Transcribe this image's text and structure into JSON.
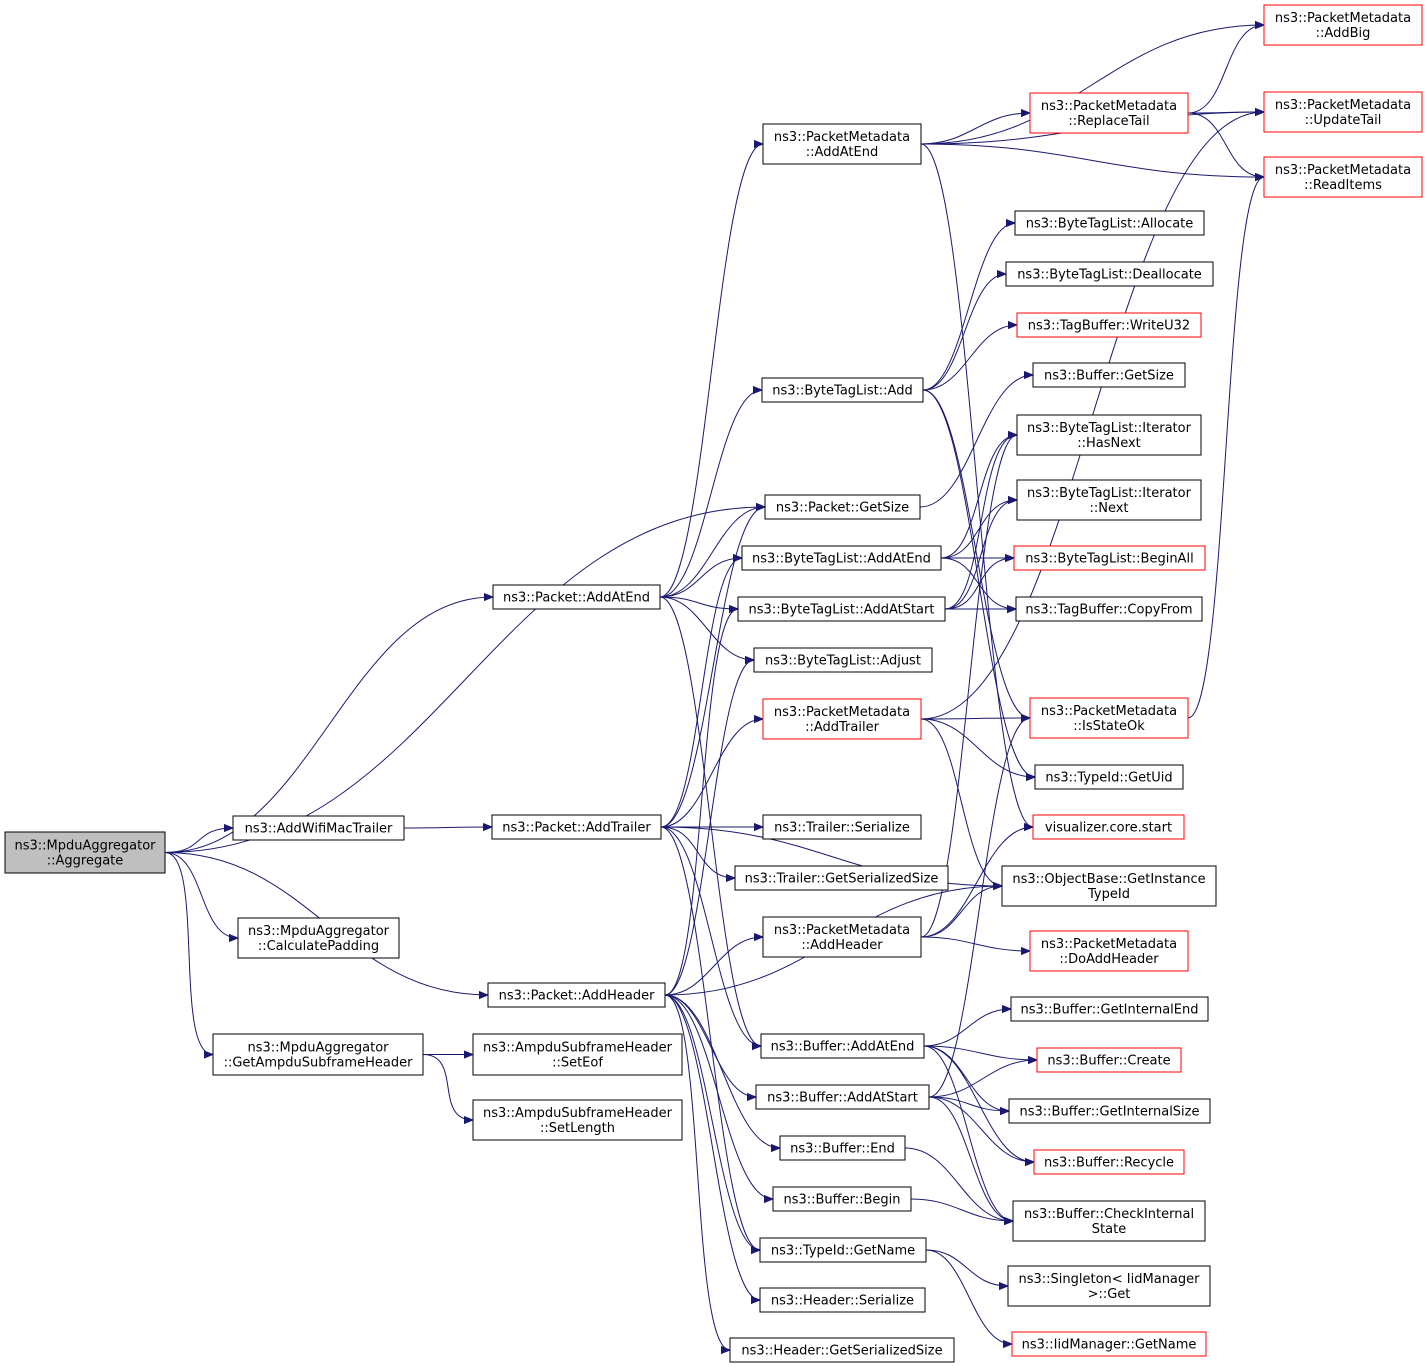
{
  "graph": {
    "colors": {
      "edge": "#191970",
      "normal_border": "#000000",
      "red_border": "#ff0000",
      "root_fill": "#bfbfbf"
    },
    "nodes": [
      {
        "id": "agg",
        "lines": [
          "ns3::MpduAggregator",
          "::Aggregate"
        ],
        "style": "root"
      },
      {
        "id": "addWifi",
        "lines": [
          "ns3::AddWifiMacTrailer"
        ],
        "style": "normal"
      },
      {
        "id": "calcPad",
        "lines": [
          "ns3::MpduAggregator",
          "::CalculatePadding"
        ],
        "style": "normal"
      },
      {
        "id": "getAmpdu",
        "lines": [
          "ns3::MpduAggregator",
          "::GetAmpduSubframeHeader"
        ],
        "style": "normal"
      },
      {
        "id": "pktAddAtEnd",
        "lines": [
          "ns3::Packet::AddAtEnd"
        ],
        "style": "normal"
      },
      {
        "id": "pktAddTrailer",
        "lines": [
          "ns3::Packet::AddTrailer"
        ],
        "style": "normal"
      },
      {
        "id": "pktAddHeader",
        "lines": [
          "ns3::Packet::AddHeader"
        ],
        "style": "normal"
      },
      {
        "id": "setEof",
        "lines": [
          "ns3::AmpduSubframeHeader",
          "::SetEof"
        ],
        "style": "normal"
      },
      {
        "id": "setLen",
        "lines": [
          "ns3::AmpduSubframeHeader",
          "::SetLength"
        ],
        "style": "normal"
      },
      {
        "id": "pmAddAtEnd",
        "lines": [
          "ns3::PacketMetadata",
          "::AddAtEnd"
        ],
        "style": "normal"
      },
      {
        "id": "btlAdd",
        "lines": [
          "ns3::ByteTagList::Add"
        ],
        "style": "normal"
      },
      {
        "id": "pktGetSize",
        "lines": [
          "ns3::Packet::GetSize"
        ],
        "style": "normal"
      },
      {
        "id": "btlAddAtEnd",
        "lines": [
          "ns3::ByteTagList::AddAtEnd"
        ],
        "style": "normal"
      },
      {
        "id": "btlAddAtStart",
        "lines": [
          "ns3::ByteTagList::AddAtStart"
        ],
        "style": "normal"
      },
      {
        "id": "btlAdjust",
        "lines": [
          "ns3::ByteTagList::Adjust"
        ],
        "style": "normal"
      },
      {
        "id": "pmAddTrailer",
        "lines": [
          "ns3::PacketMetadata",
          "::AddTrailer"
        ],
        "style": "red"
      },
      {
        "id": "trSer",
        "lines": [
          "ns3::Trailer::Serialize"
        ],
        "style": "normal"
      },
      {
        "id": "trGetSer",
        "lines": [
          "ns3::Trailer::GetSerializedSize"
        ],
        "style": "normal"
      },
      {
        "id": "pmAddHeader",
        "lines": [
          "ns3::PacketMetadata",
          "::AddHeader"
        ],
        "style": "normal"
      },
      {
        "id": "bufAddAtEnd",
        "lines": [
          "ns3::Buffer::AddAtEnd"
        ],
        "style": "normal"
      },
      {
        "id": "bufAddAtStart",
        "lines": [
          "ns3::Buffer::AddAtStart"
        ],
        "style": "normal"
      },
      {
        "id": "bufEnd",
        "lines": [
          "ns3::Buffer::End"
        ],
        "style": "normal"
      },
      {
        "id": "bufBegin",
        "lines": [
          "ns3::Buffer::Begin"
        ],
        "style": "normal"
      },
      {
        "id": "tidGetName",
        "lines": [
          "ns3::TypeId::GetName"
        ],
        "style": "normal"
      },
      {
        "id": "hdrSer",
        "lines": [
          "ns3::Header::Serialize"
        ],
        "style": "normal"
      },
      {
        "id": "hdrGetSer",
        "lines": [
          "ns3::Header::GetSerializedSize"
        ],
        "style": "normal"
      },
      {
        "id": "pmReplaceTail",
        "lines": [
          "ns3::PacketMetadata",
          "::ReplaceTail"
        ],
        "style": "red"
      },
      {
        "id": "pmAddBig",
        "lines": [
          "ns3::PacketMetadata",
          "::AddBig"
        ],
        "style": "red"
      },
      {
        "id": "pmUpdateTail",
        "lines": [
          "ns3::PacketMetadata",
          "::UpdateTail"
        ],
        "style": "red"
      },
      {
        "id": "pmReadItems",
        "lines": [
          "ns3::PacketMetadata",
          "::ReadItems"
        ],
        "style": "red"
      },
      {
        "id": "btlAllocate",
        "lines": [
          "ns3::ByteTagList::Allocate"
        ],
        "style": "normal"
      },
      {
        "id": "btlDeallocate",
        "lines": [
          "ns3::ByteTagList::Deallocate"
        ],
        "style": "normal"
      },
      {
        "id": "tbWriteU32",
        "lines": [
          "ns3::TagBuffer::WriteU32"
        ],
        "style": "red"
      },
      {
        "id": "bufGetSize",
        "lines": [
          "ns3::Buffer::GetSize"
        ],
        "style": "normal"
      },
      {
        "id": "btlItHasNext",
        "lines": [
          "ns3::ByteTagList::Iterator",
          "::HasNext"
        ],
        "style": "normal"
      },
      {
        "id": "btlItNext",
        "lines": [
          "ns3::ByteTagList::Iterator",
          "::Next"
        ],
        "style": "normal"
      },
      {
        "id": "btlBeginAll",
        "lines": [
          "ns3::ByteTagList::BeginAll"
        ],
        "style": "red"
      },
      {
        "id": "tbCopyFrom",
        "lines": [
          "ns3::TagBuffer::CopyFrom"
        ],
        "style": "normal"
      },
      {
        "id": "pmIsStateOk",
        "lines": [
          "ns3::PacketMetadata",
          "::IsStateOk"
        ],
        "style": "red"
      },
      {
        "id": "tidGetUid",
        "lines": [
          "ns3::TypeId::GetUid"
        ],
        "style": "normal"
      },
      {
        "id": "vizStart",
        "lines": [
          "visualizer.core.start"
        ],
        "style": "red"
      },
      {
        "id": "obGetInst",
        "lines": [
          "ns3::ObjectBase::GetInstance",
          "TypeId"
        ],
        "style": "normal"
      },
      {
        "id": "pmDoAddHeader",
        "lines": [
          "ns3::PacketMetadata",
          "::DoAddHeader"
        ],
        "style": "red"
      },
      {
        "id": "bufGetIntEnd",
        "lines": [
          "ns3::Buffer::GetInternalEnd"
        ],
        "style": "normal"
      },
      {
        "id": "bufCreate",
        "lines": [
          "ns3::Buffer::Create"
        ],
        "style": "red"
      },
      {
        "id": "bufGetIntSize",
        "lines": [
          "ns3::Buffer::GetInternalSize"
        ],
        "style": "normal"
      },
      {
        "id": "bufRecycle",
        "lines": [
          "ns3::Buffer::Recycle"
        ],
        "style": "red"
      },
      {
        "id": "bufCheckInt",
        "lines": [
          "ns3::Buffer::CheckInternal",
          "State"
        ],
        "style": "normal"
      },
      {
        "id": "singletonGet",
        "lines": [
          "ns3::Singleton< IidManager",
          ">::Get"
        ],
        "style": "normal"
      },
      {
        "id": "iidGetName",
        "lines": [
          "ns3::IidManager::GetName"
        ],
        "style": "red"
      }
    ],
    "edges": [
      [
        "agg",
        "pktGetSize"
      ],
      [
        "agg",
        "pktAddAtEnd"
      ],
      [
        "agg",
        "addWifi"
      ],
      [
        "agg",
        "pktAddHeader"
      ],
      [
        "agg",
        "calcPad"
      ],
      [
        "agg",
        "getAmpdu"
      ],
      [
        "addWifi",
        "pktAddTrailer"
      ],
      [
        "getAmpdu",
        "setEof"
      ],
      [
        "getAmpdu",
        "setLen"
      ],
      [
        "pktAddAtEnd",
        "pmAddAtEnd"
      ],
      [
        "pktAddAtEnd",
        "btlAdd"
      ],
      [
        "pktAddAtEnd",
        "pktGetSize"
      ],
      [
        "pktAddAtEnd",
        "btlAddAtEnd"
      ],
      [
        "pktAddAtEnd",
        "btlAddAtStart"
      ],
      [
        "pktAddAtEnd",
        "btlAdjust"
      ],
      [
        "pktAddAtEnd",
        "bufAddAtEnd"
      ],
      [
        "pktAddTrailer",
        "trSer"
      ],
      [
        "pktAddTrailer",
        "trGetSer"
      ],
      [
        "pktAddTrailer",
        "pmAddTrailer"
      ],
      [
        "pktAddTrailer",
        "pktGetSize"
      ],
      [
        "pktAddTrailer",
        "btlAddAtEnd"
      ],
      [
        "pktAddTrailer",
        "obGetInst"
      ],
      [
        "pktAddTrailer",
        "bufAddAtEnd"
      ],
      [
        "pktAddTrailer",
        "tidGetName"
      ],
      [
        "pktAddHeader",
        "pmAddHeader"
      ],
      [
        "pktAddHeader",
        "btlAddAtStart"
      ],
      [
        "pktAddHeader",
        "btlAdjust"
      ],
      [
        "pktAddHeader",
        "obGetInst"
      ],
      [
        "pktAddHeader",
        "bufAddAtStart"
      ],
      [
        "pktAddHeader",
        "bufEnd"
      ],
      [
        "pktAddHeader",
        "bufBegin"
      ],
      [
        "pktAddHeader",
        "tidGetName"
      ],
      [
        "pktAddHeader",
        "hdrSer"
      ],
      [
        "pktAddHeader",
        "hdrGetSer"
      ],
      [
        "pmAddAtEnd",
        "pmAddBig"
      ],
      [
        "pmAddAtEnd",
        "pmReplaceTail"
      ],
      [
        "pmAddAtEnd",
        "pmUpdateTail"
      ],
      [
        "pmAddAtEnd",
        "pmReadItems"
      ],
      [
        "pmAddAtEnd",
        "vizStart"
      ],
      [
        "pmReplaceTail",
        "pmAddBig"
      ],
      [
        "pmReplaceTail",
        "pmUpdateTail"
      ],
      [
        "pmReplaceTail",
        "pmReadItems"
      ],
      [
        "btlAdd",
        "btlAllocate"
      ],
      [
        "btlAdd",
        "btlDeallocate"
      ],
      [
        "btlAdd",
        "tbWriteU32"
      ],
      [
        "btlAdd",
        "pmIsStateOk"
      ],
      [
        "btlAdd",
        "tidGetUid"
      ],
      [
        "pktGetSize",
        "bufGetSize"
      ],
      [
        "btlAddAtEnd",
        "btlItHasNext"
      ],
      [
        "btlAddAtEnd",
        "btlItNext"
      ],
      [
        "btlAddAtEnd",
        "btlBeginAll"
      ],
      [
        "btlAddAtEnd",
        "tbCopyFrom"
      ],
      [
        "btlAddAtStart",
        "btlItHasNext"
      ],
      [
        "btlAddAtStart",
        "btlItNext"
      ],
      [
        "btlAddAtStart",
        "btlBeginAll"
      ],
      [
        "btlAddAtStart",
        "tbCopyFrom"
      ],
      [
        "pmAddTrailer",
        "pmIsStateOk"
      ],
      [
        "pmAddTrailer",
        "pmUpdateTail"
      ],
      [
        "pmAddTrailer",
        "tidGetUid"
      ],
      [
        "pmAddTrailer",
        "obGetInst"
      ],
      [
        "pmIsStateOk",
        "pmReadItems"
      ],
      [
        "pmAddHeader",
        "obGetInst"
      ],
      [
        "pmAddHeader",
        "pmDoAddHeader"
      ],
      [
        "pmAddHeader",
        "btlItHasNext"
      ],
      [
        "pmAddHeader",
        "vizStart"
      ],
      [
        "bufAddAtEnd",
        "bufGetIntEnd"
      ],
      [
        "bufAddAtEnd",
        "bufCreate"
      ],
      [
        "bufAddAtEnd",
        "bufGetIntSize"
      ],
      [
        "bufAddAtEnd",
        "bufRecycle"
      ],
      [
        "bufAddAtEnd",
        "bufCheckInt"
      ],
      [
        "bufAddAtStart",
        "bufCreate"
      ],
      [
        "bufAddAtStart",
        "bufGetIntSize"
      ],
      [
        "bufAddAtStart",
        "bufRecycle"
      ],
      [
        "bufAddAtStart",
        "bufCheckInt"
      ],
      [
        "bufAddAtStart",
        "pmIsStateOk"
      ],
      [
        "bufEnd",
        "bufCheckInt"
      ],
      [
        "bufBegin",
        "bufCheckInt"
      ],
      [
        "tidGetName",
        "singletonGet"
      ],
      [
        "tidGetName",
        "iidGetName"
      ]
    ]
  }
}
